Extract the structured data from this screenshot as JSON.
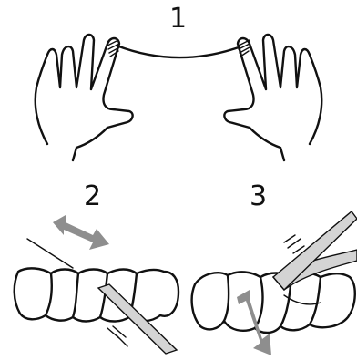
{
  "steps": {
    "step1": "1",
    "step2": "2",
    "step3": "3"
  },
  "colors": {
    "ink": "#111111",
    "floss_fill": "#d4d4d4",
    "arrow": "#8e8e8e",
    "background": "#ffffff"
  },
  "icons": {
    "step1": "hands-holding-floss",
    "step2": "floss-between-teeth-sawing-arrow",
    "step3": "floss-curved-around-tooth-up-down-arrow"
  }
}
